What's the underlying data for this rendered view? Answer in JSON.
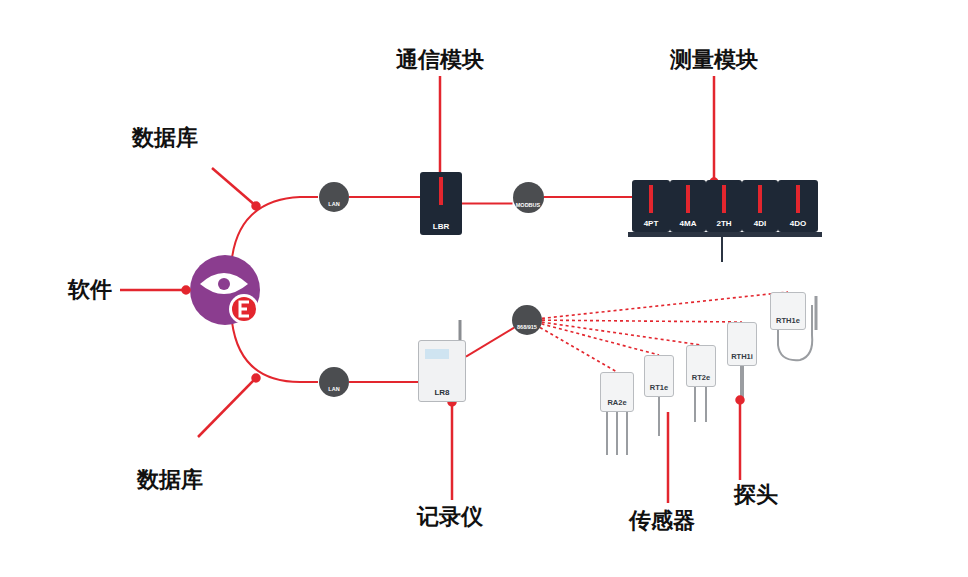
{
  "diagram": {
    "nodes": [
      {
        "text": [
          "LAN"
        ]
      },
      {
        "text": [
          "LBR"
        ]
      },
      {
        "text": [
          "MODBUS"
        ]
      },
      {
        "text": [
          "4PT"
        ]
      },
      {
        "text": [
          "4MA"
        ]
      },
      {
        "text": [
          "2TH"
        ]
      },
      {
        "text": [
          "4DI"
        ]
      },
      {
        "text": [
          "4DO"
        ]
      },
      {
        "text": [
          "LAN"
        ]
      },
      {
        "text": [
          "LR8"
        ]
      },
      {
        "text": [
          "868/915"
        ]
      },
      {
        "text": [
          "RA2e"
        ]
      },
      {
        "text": [
          "RT1e"
        ]
      },
      {
        "text": [
          "RT2e"
        ]
      },
      {
        "text": [
          "RTH1i"
        ]
      },
      {
        "text": [
          "RTH1e"
        ]
      }
    ],
    "edges": [
      {
        "from": 0,
        "to": 1,
        "arrow": "none"
      },
      {
        "from": 1,
        "to": 2,
        "arrow": "none"
      },
      {
        "from": 2,
        "to": 3,
        "arrow": "none"
      },
      {
        "from": 8,
        "to": 9,
        "arrow": "none"
      },
      {
        "from": 9,
        "to": 10,
        "arrow": "none"
      },
      {
        "from": 10,
        "to": 11,
        "arrow": "none"
      },
      {
        "from": 10,
        "to": 12,
        "arrow": "none"
      },
      {
        "from": 10,
        "to": 13,
        "arrow": "none"
      },
      {
        "from": 10,
        "to": 14,
        "arrow": "none"
      },
      {
        "from": 10,
        "to": 15,
        "arrow": "none"
      }
    ],
    "labels": [
      "通信模块",
      "测量模块",
      "数据库",
      "软件",
      "数据库",
      "记录仪",
      "传感器",
      "探头"
    ]
  }
}
